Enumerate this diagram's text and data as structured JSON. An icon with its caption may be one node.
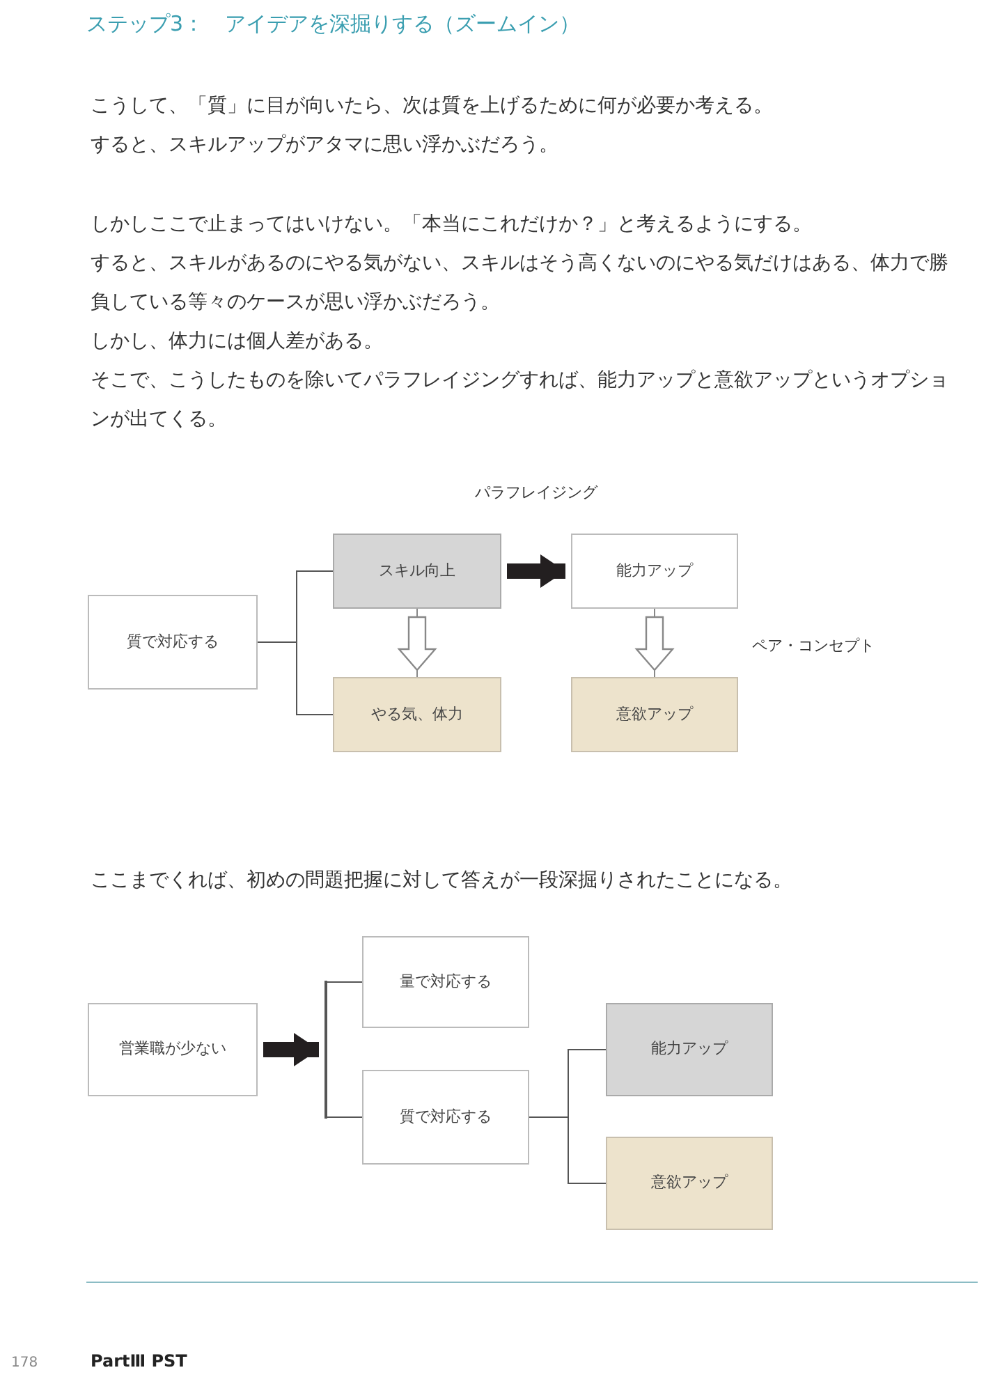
{
  "diagram": {
    "title": "ステップ3：　アイデアを深掘りする（ズームイン）",
    "nodes": [
      {
        "text": [
          "質で対応する"
        ]
      },
      {
        "text": [
          "スキル向上"
        ]
      },
      {
        "text": [
          "能力アップ"
        ]
      },
      {
        "text": [
          "やる気、体力"
        ]
      },
      {
        "text": [
          "意欲アップ"
        ]
      },
      {
        "text": [
          "営業職が少ない"
        ]
      },
      {
        "text": [
          "量で対応する"
        ]
      },
      {
        "text": [
          "質で対応する"
        ]
      },
      {
        "text": [
          "能力アップ"
        ]
      },
      {
        "text": [
          "意欲アップ"
        ]
      },
      {
        "text": [],
        "shape": "bar"
      }
    ],
    "edges": [
      {
        "from": 0,
        "to": 1,
        "arrow": "none"
      },
      {
        "from": 0,
        "to": 3,
        "arrow": "none"
      },
      {
        "from": 1,
        "to": 2,
        "arrow": "to",
        "style": "thick",
        "color": "#231f20",
        "label": "パラフレイジング"
      },
      {
        "from": 1,
        "to": 3,
        "arrow": "to"
      },
      {
        "from": 2,
        "to": 4,
        "arrow": "to"
      },
      {
        "from": 5,
        "to": 10,
        "arrow": "to",
        "style": "thick",
        "color": "#231f20"
      },
      {
        "from": 10,
        "to": 6,
        "arrow": "none"
      },
      {
        "from": 10,
        "to": 7,
        "arrow": "none"
      },
      {
        "from": 7,
        "to": 8,
        "arrow": "none"
      },
      {
        "from": 7,
        "to": 9,
        "arrow": "none"
      }
    ],
    "labels": [
      "こうして、「質」に目が向いたら、次は質を上げるために何が必要か考える。",
      "すると、スキルアップがアタマに思い浮かぶだろう。",
      "しかしここで止まってはいけない。「本当にこれだけか？」と考えるようにする。",
      "すると、スキルがあるのにやる気がない、スキルはそう高くないのにやる気だけはある、体力で勝負している等々のケースが思い浮かぶだろう。",
      "しかし、体力には個人差がある。",
      "そこで、こうしたものを除いてパラフレイジングすれば、能力アップと意欲アップというオプションが出てくる。",
      "ペア・コンセプト",
      "ここまでくれば、初めの問題把握に対して答えが一段深掘りされたことになる。",
      "178",
      "PartⅢ PST"
    ]
  }
}
